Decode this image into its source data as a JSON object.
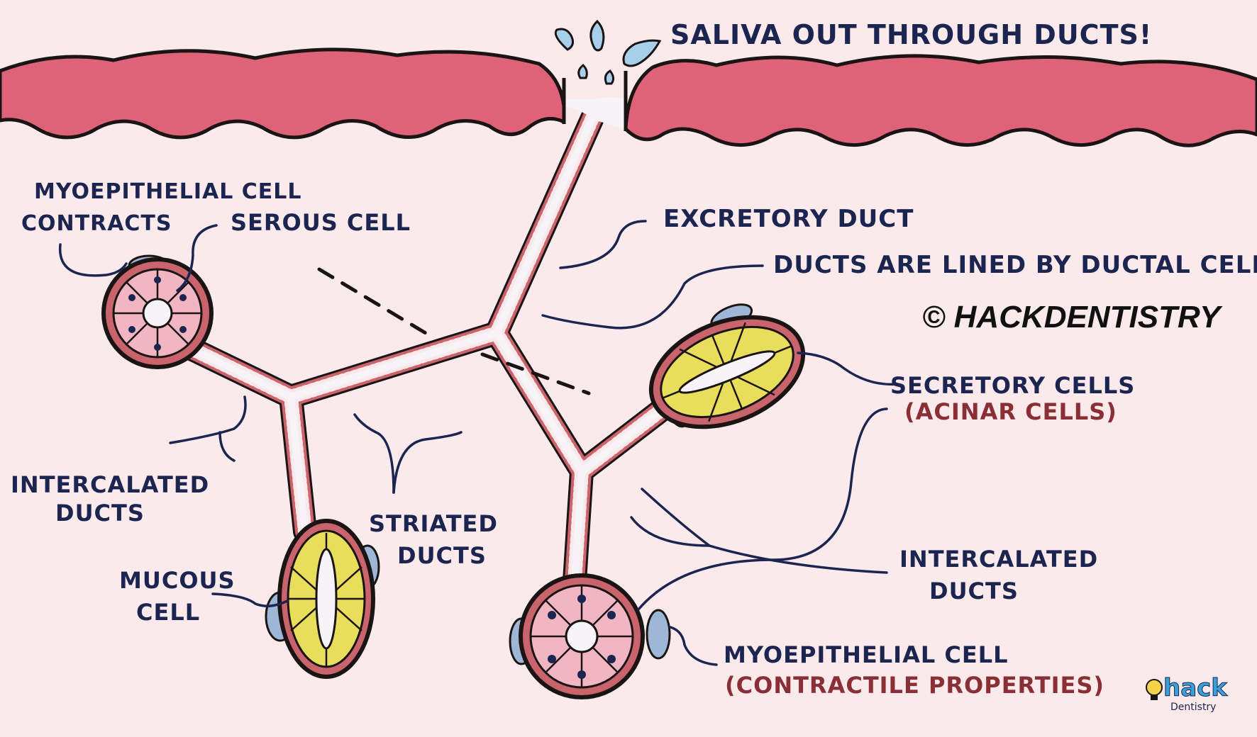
{
  "labels": {
    "saliva_out": "SALIVA OUT THROUGH DUCTS!",
    "myo_contracts_1": "MYOEPITHELIAL CELL",
    "myo_contracts_2": "CONTRACTS",
    "serous_cell": "SEROUS CELL",
    "excretory_duct": "EXCRETORY DUCT",
    "ducts_lined": "DUCTS ARE LINED BY DUCTAL CELLS",
    "intercalated_left_1": "INTERCALATED",
    "intercalated_left_2": "DUCTS",
    "striated_1": "STRIATED",
    "striated_2": "DUCTS",
    "mucous_1": "MUCOUS",
    "mucous_2": "CELL",
    "secretory_1": "SECRETORY CELLS",
    "secretory_2": "(ACINAR CELLS)",
    "intercalated_right_1": "INTERCALATED",
    "intercalated_right_2": "DUCTS",
    "myo_contractile_1": "MYOEPITHELIAL CELL",
    "myo_contractile_2": "(CONTRACTILE PROPERTIES)"
  },
  "copyright": "© HACKDENTISTRY",
  "logo": {
    "line1": "hack",
    "line2": "Dentistry"
  },
  "colors": {
    "background": "#fbeaec",
    "epithelium": "#de6379",
    "duct_wall": "#c9646c",
    "duct_lumen": "#f7f4f8",
    "mucous_fill": "#e8de5c",
    "serous_fill": "#f2b6c2",
    "myoepithelial": "#9fb7d6",
    "outline": "#1a1414",
    "label": "#1c2450",
    "label_accent": "#8a2f35"
  }
}
